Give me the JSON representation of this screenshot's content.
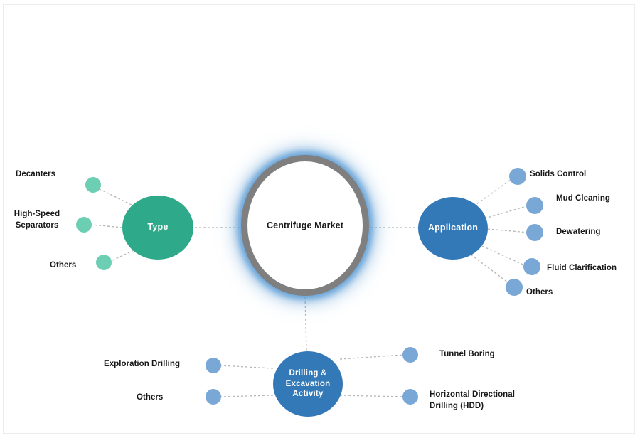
{
  "diagram": {
    "type": "hub-and-spoke segmentation diagram",
    "core": {
      "label": "Centrifuge\nMarket",
      "ring_color": "#7f7f7f",
      "glow_color": "#5b9bd5",
      "fill_color": "#ffffff"
    },
    "branches": [
      {
        "id": "type",
        "label": "Type",
        "color": "#2ea98a",
        "leaf_color": "#6ccfb4",
        "position": "left",
        "leaves": [
          {
            "label": "Decanters"
          },
          {
            "label": "High-Speed\nSeparators"
          },
          {
            "label": "Others"
          }
        ]
      },
      {
        "id": "application",
        "label": "Application",
        "color": "#3479b7",
        "leaf_color": "#79a7d6",
        "position": "right",
        "leaves": [
          {
            "label": "Solids Control"
          },
          {
            "label": "Mud Cleaning"
          },
          {
            "label": "Dewatering"
          },
          {
            "label": "Fluid Clarification"
          },
          {
            "label": "Others"
          }
        ]
      },
      {
        "id": "drilling",
        "label": "Drilling &\nExcavation\nActivity",
        "color": "#3479b7",
        "leaf_color": "#79a7d6",
        "position": "bottom",
        "leaves": [
          {
            "label": "Exploration Drilling"
          },
          {
            "label": "Others"
          },
          {
            "label": "Tunnel Boring"
          },
          {
            "label": "Horizontal  Directional\nDrilling (HDD)"
          }
        ]
      }
    ]
  }
}
